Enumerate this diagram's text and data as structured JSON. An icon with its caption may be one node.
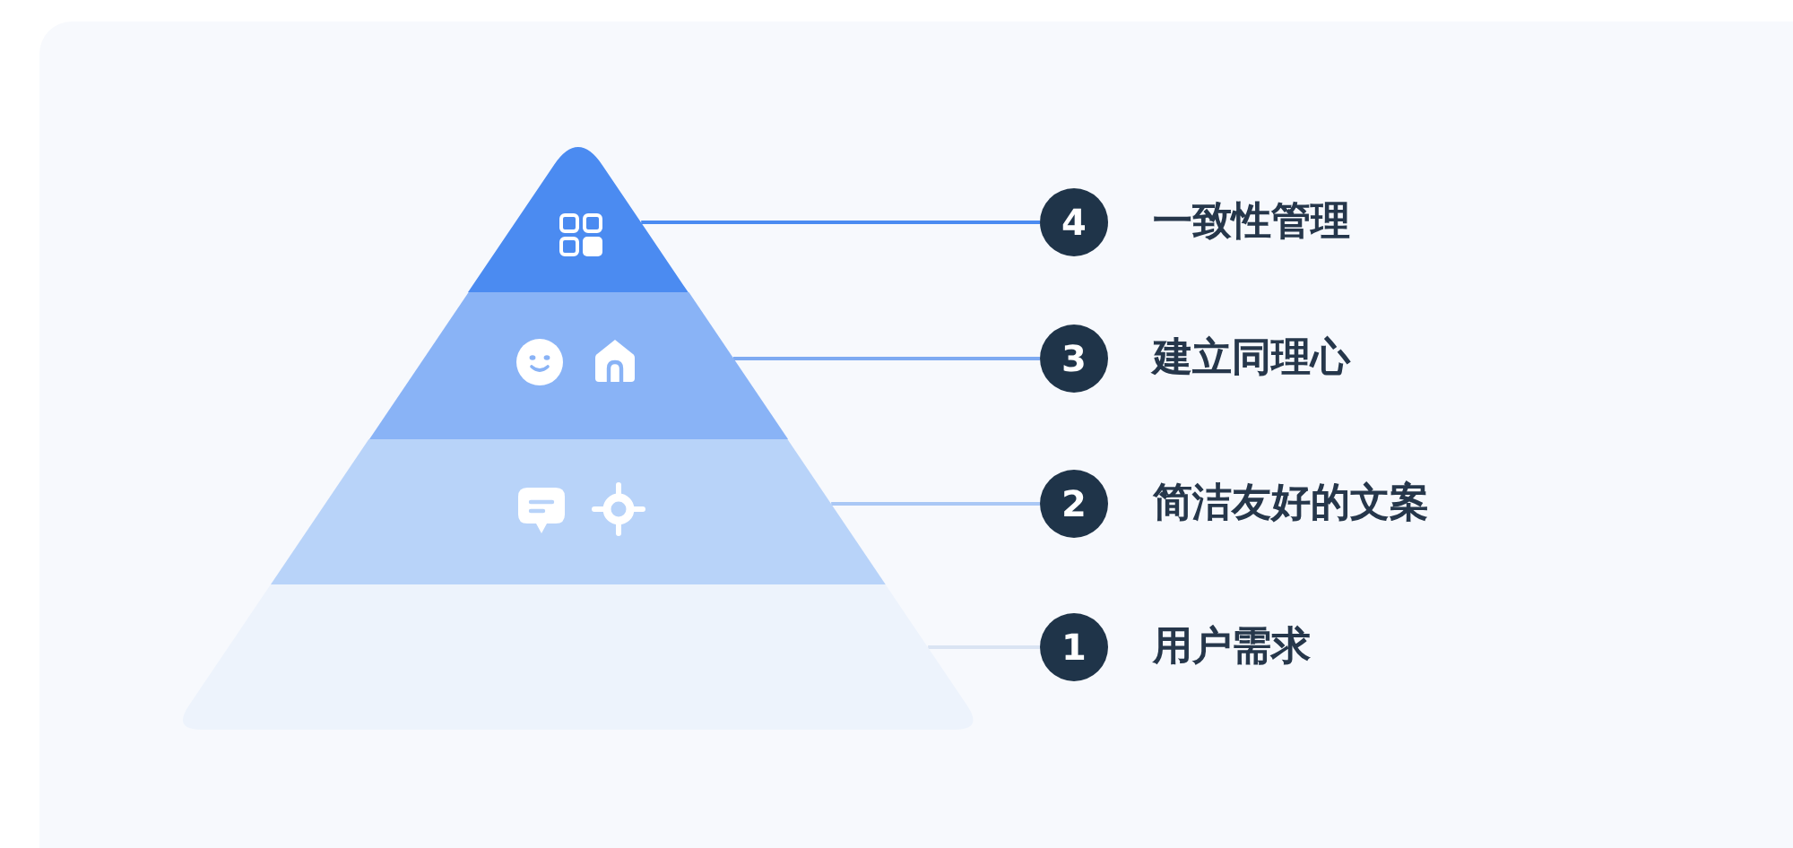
{
  "diagram": {
    "nodes": [
      {
        "text": [],
        "shape": "triangle"
      },
      {
        "text": [],
        "shape": "trapezoid"
      },
      {
        "text": [],
        "shape": "trapezoid"
      },
      {
        "text": [],
        "shape": "trapezoid"
      },
      {
        "text": [
          "4"
        ],
        "beside": [
          "一致性管理"
        ]
      },
      {
        "text": [
          "3"
        ],
        "beside": [
          "建立同理心"
        ]
      },
      {
        "text": [
          "2"
        ],
        "beside": [
          "简洁友好的文案"
        ]
      },
      {
        "text": [
          "1"
        ],
        "beside": [
          "用户需求"
        ]
      }
    ],
    "edges": [
      {
        "from": 0,
        "to": 4,
        "arrow": "none",
        "color": "#4b8bf1"
      },
      {
        "from": 1,
        "to": 5,
        "arrow": "none",
        "color": "#7eaaf2"
      },
      {
        "from": 2,
        "to": 6,
        "arrow": "none",
        "color": "#aac8f5"
      },
      {
        "from": 3,
        "to": 7,
        "arrow": "none",
        "color": "#dae4f3"
      }
    ]
  }
}
